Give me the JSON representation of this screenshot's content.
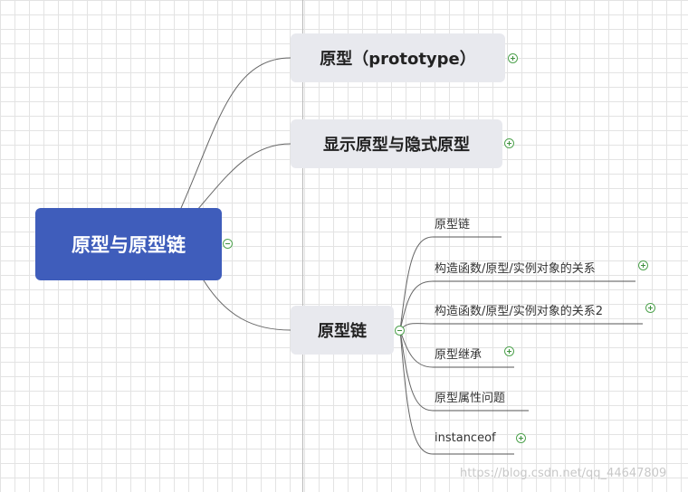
{
  "root": {
    "label": "原型与原型链"
  },
  "topics": [
    {
      "label": "原型（prototype）",
      "collapsed": true
    },
    {
      "label": "显示原型与隐式原型",
      "collapsed": true
    },
    {
      "label": "原型链",
      "collapsed": false
    }
  ],
  "subtopics": [
    {
      "label": "原型链",
      "collapsed": false
    },
    {
      "label": "构造函数/原型/实例对象的关系",
      "collapsed": true
    },
    {
      "label": "构造函数/原型/实例对象的关系2",
      "collapsed": true
    },
    {
      "label": "原型继承",
      "collapsed": true
    },
    {
      "label": "原型属性问题",
      "collapsed": false
    },
    {
      "label": "instanceof",
      "collapsed": true
    }
  ],
  "watermark": "https://blog.csdn.net/qq_44647809",
  "colors": {
    "root": "#3f5dbb",
    "topic": "#e8e9ee",
    "toggle": "#4fa34f"
  }
}
